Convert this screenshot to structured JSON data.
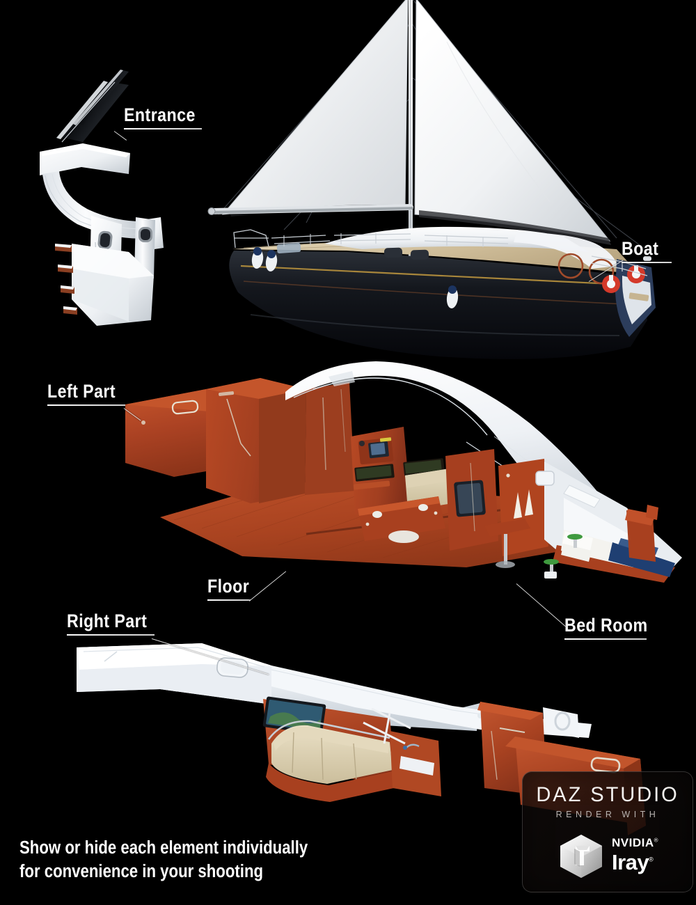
{
  "scene": {
    "background_color": "#000000",
    "title": "Sailboat cutaway product promo"
  },
  "callouts": [
    {
      "id": "entrance",
      "label": "Entrance"
    },
    {
      "id": "boat",
      "label": "Boat"
    },
    {
      "id": "left-part",
      "label": "Left Part"
    },
    {
      "id": "floor",
      "label": "Floor"
    },
    {
      "id": "bed-room",
      "label": "Bed Room"
    },
    {
      "id": "right-part",
      "label": "Right Part"
    }
  ],
  "tagline": {
    "line1": "Show or hide each element individually",
    "line2": "for convenience in your shooting"
  },
  "badge": {
    "title": "DAZ STUDIO",
    "subtitle": "RENDER WITH",
    "vendor": "NVIDIA",
    "vendor_mark": "®",
    "product": "Iray",
    "product_mark": "®"
  },
  "palette": {
    "background": "#000000",
    "label_text": "#ffffff",
    "wood_mahogany": "#b14526",
    "wood_mahogany_dark": "#8d3319",
    "wood_mahogany_light": "#c9572f",
    "hull_white": "#f2f5f8",
    "hull_navy": "#171a20",
    "hull_gold_stripe": "#b9913f",
    "deck_teak": "#d6c6a6",
    "upholstery_cream": "#ded2b4",
    "bedding_white": "#f4f3ef",
    "blanket_navy": "#1f3f72",
    "sail_white": "#eef0f2",
    "life_ring_red": "#d4392a",
    "plant_green": "#3f9a3f",
    "badge_panel": "#120d0b"
  },
  "parts": {
    "entrance": {
      "name": "Entrance",
      "description": "Companionway hatch with sliding smoked-glass cover, curved white frame, twin doors with rounded cutouts, and stepped stairs"
    },
    "boat": {
      "name": "Boat",
      "description": "Full sailboat with mainsail, jib, mast, boom, navy hull with gold sheer stripe, teak deck, twin helms and life rings"
    },
    "left_part": {
      "name": "Left Part",
      "description": "Port-side mahogany bulkhead, settee and lockers"
    },
    "floor": {
      "name": "Floor",
      "description": "Mahogany cabin sole panel"
    },
    "bed_room": {
      "name": "Bed Room",
      "description": "Aft cabin with double berth, white bedding, navy blanket, plants and writing desk"
    },
    "right_part": {
      "name": "Right Part",
      "description": "Starboard white hull shell with porthole, cream leather sectional saloon, galley and wood joinery"
    }
  }
}
